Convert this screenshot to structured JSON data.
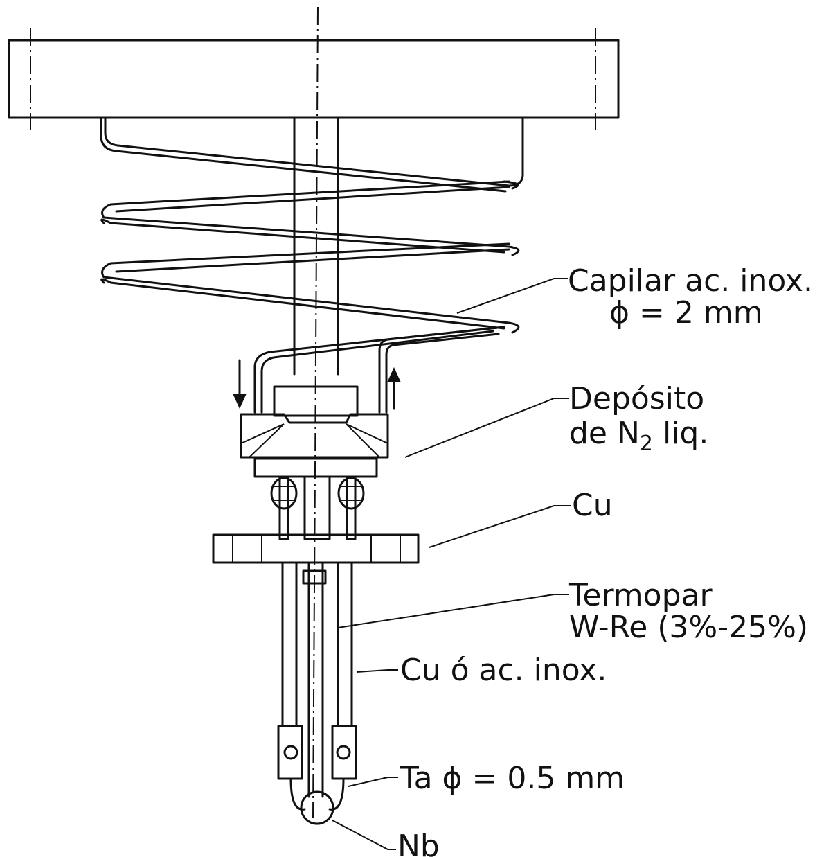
{
  "labels": {
    "capilar_line1": "Capilar ac. inox.",
    "capilar_line2": "ϕ = 2 mm",
    "deposito_line1": "Depósito",
    "deposito_line2_prefix": "de N",
    "deposito_line2_sub": "2",
    "deposito_line2_suffix": " liq.",
    "cu": "Cu",
    "termopar_line1": "Termopar",
    "termopar_line2": "W-Re (3%-25%)",
    "cu_inox": "Cu ó ac. inox.",
    "ta": "Ta  ϕ = 0.5 mm",
    "nb": "Nb"
  }
}
